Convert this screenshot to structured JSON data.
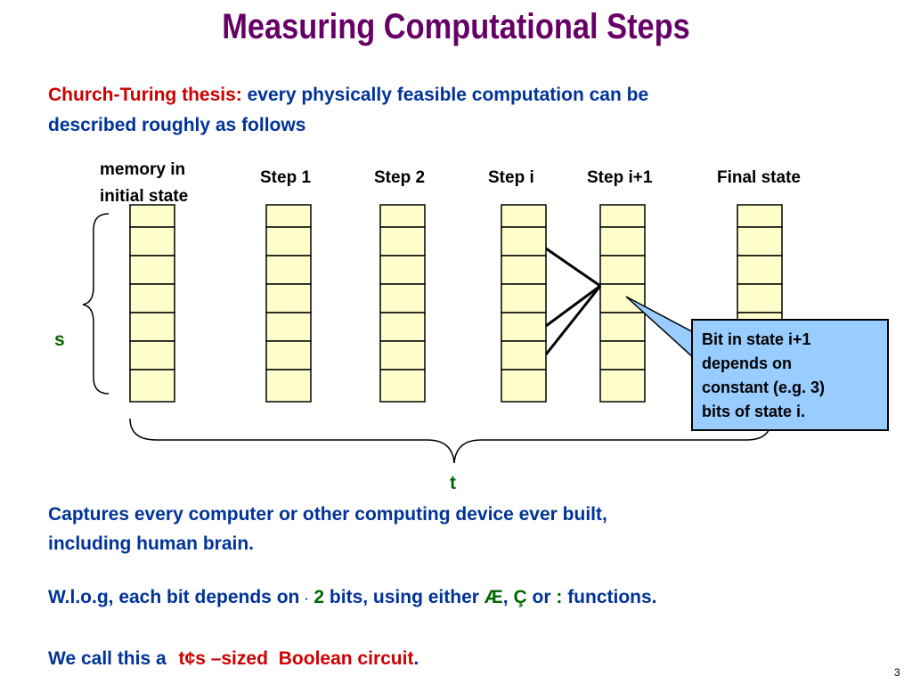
{
  "slide": {
    "title": "Measuring Computational Steps",
    "thesis_label": "Church-Turing thesis:",
    "thesis_text": "every physically feasible computation can be",
    "thesis_text_2": "described roughly as follows",
    "columns": [
      "memory in",
      "initial state",
      "Step 1",
      "Step 2",
      "Step i",
      "Step i+1",
      "Final state"
    ],
    "s_label": "s",
    "t_label": "t",
    "callout": [
      "Bit in state i+1",
      "depends on",
      "constant (e.g. 3)",
      "bits of state i."
    ],
    "captures_1": "Captures every computer or other  computing device ever built,",
    "captures_2": "including human brain.",
    "wlog": {
      "prefix": "W.l.o.g, each bit depends on",
      "leq": "·",
      "num": "2",
      "middle": "bits, using either",
      "op1": "Æ",
      "comma": ",",
      "op2": "Ç",
      "or": "or",
      "op3": ":",
      "suffix": "functions."
    },
    "circuit": {
      "prefix": "We call this a",
      "size": "t¢s –sized",
      "name": "Boolean circuit",
      "end": "."
    },
    "page_number": "3"
  },
  "colors": {
    "title": "#660066",
    "body": "#003399",
    "highlight_red": "#cc0000",
    "highlight_green": "#006600",
    "cell_fill": "#ffffcc",
    "callout_fill": "#99ccff"
  }
}
